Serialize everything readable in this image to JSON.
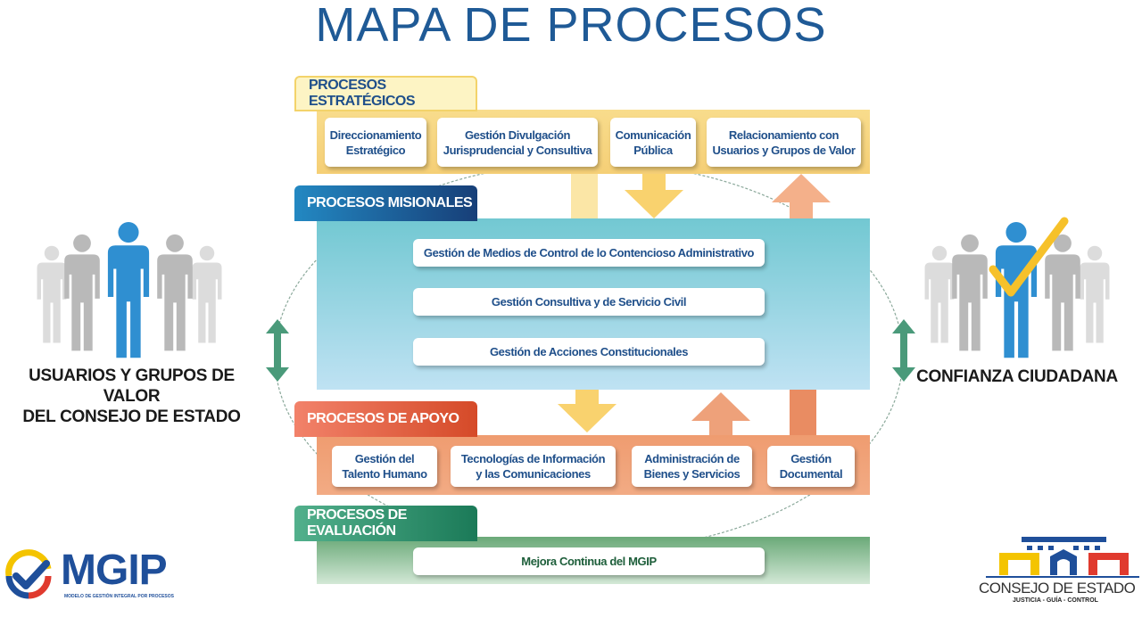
{
  "title": "MAPA DE PROCESOS",
  "left_stakeholder": {
    "line1": "USUARIOS Y GRUPOS DE VALOR",
    "line2": "DEL CONSEJO DE ESTADO",
    "icon": "people-group-icon"
  },
  "right_stakeholder": {
    "label": "CONFIANZA CIUDADANA",
    "icon": "people-group-checkmark-icon"
  },
  "estrategicos": {
    "label": "PROCESOS ESTRATÉGICOS",
    "items": [
      {
        "line1": "Direccionamiento",
        "line2": "Estratégico"
      },
      {
        "line1": "Gestión Divulgación",
        "line2": "Jurisprudencial y Consultiva"
      },
      {
        "line1": "Comunicación",
        "line2": "Pública"
      },
      {
        "line1": "Relacionamiento con",
        "line2": "Usuarios y Grupos de Valor"
      }
    ]
  },
  "misionales": {
    "label": "PROCESOS MISIONALES",
    "items": [
      "Gestión de Medios de Control de lo Contencioso Administrativo",
      "Gestión Consultiva y de Servicio Civil",
      "Gestión de Acciones Constitucionales"
    ]
  },
  "apoyo": {
    "label": "PROCESOS DE APOYO",
    "items": [
      {
        "line1": "Gestión del",
        "line2": "Talento Humano"
      },
      {
        "line1": "Tecnologías de Información",
        "line2": "y las Comunicaciones"
      },
      {
        "line1": "Administración de",
        "line2": "Bienes y Servicios"
      },
      {
        "line1": "Gestión",
        "line2": "Documental"
      }
    ]
  },
  "evaluacion": {
    "label": "PROCESOS DE EVALUACIÓN",
    "items": [
      "Mejora Continua del MGIP"
    ]
  },
  "logos": {
    "mgip": {
      "name": "MGIP",
      "tagline": "MODELO DE GESTIÓN INTEGRAL POR PROCESOS"
    },
    "consejo": {
      "name": "CONSEJO DE ESTADO",
      "tagline": "JUSTICIA - GUÍA - CONTROL"
    }
  },
  "colors": {
    "title": "#1f5a96",
    "strategic": "#f7d98a",
    "misional": "#75c9d3",
    "apoyo": "#ee9a6e",
    "evaluacion": "#6fae7c"
  }
}
